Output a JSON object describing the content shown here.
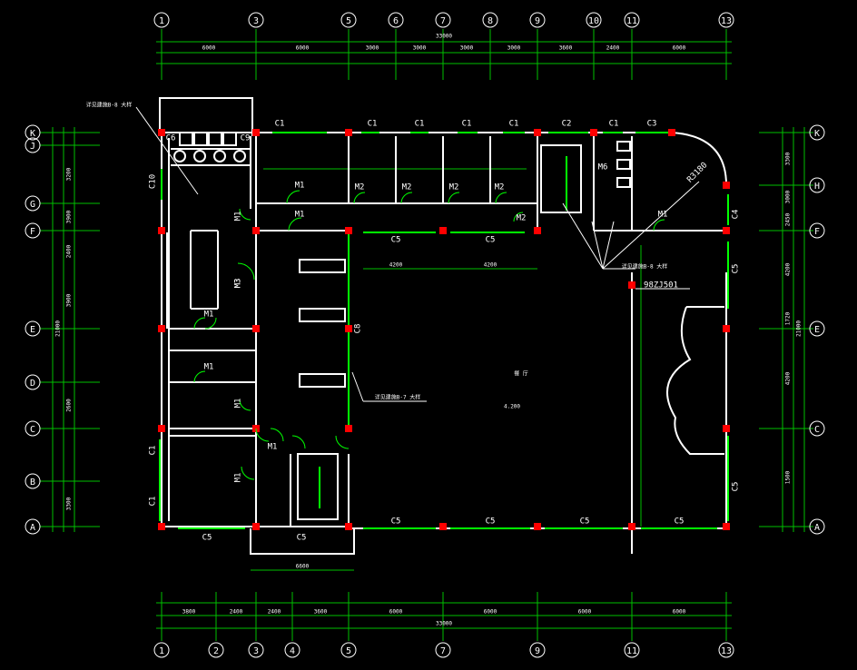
{
  "axes": {
    "top": [
      "1",
      "3",
      "5",
      "6",
      "7",
      "8",
      "9",
      "10",
      "11",
      "13"
    ],
    "bottom": [
      "1",
      "2",
      "3",
      "4",
      "5",
      "7",
      "9",
      "11",
      "13"
    ],
    "left": [
      "K",
      "J",
      "G",
      "F",
      "E",
      "D",
      "C",
      "B",
      "A"
    ],
    "right": [
      "K",
      "H",
      "F",
      "E",
      "C",
      "A"
    ]
  },
  "dims": {
    "top_total": "33000",
    "top_row1": [
      "6000",
      "6000",
      "3000",
      "3000",
      "3000",
      "3000",
      "3600",
      "2400",
      "6000"
    ],
    "bottom_total": "33000",
    "bottom_row1": [
      "3800",
      "2400",
      "2400",
      "3600",
      "6000",
      "6000",
      "6000",
      "6000"
    ],
    "left_total": "21000",
    "right_total": "21000",
    "right_col": [
      "3300",
      "3000",
      "2450",
      "4200",
      "1720",
      "4200",
      "1500"
    ],
    "left_col": [
      "3200",
      "3900",
      "2400",
      "3900",
      "2600",
      "3300"
    ],
    "bottom_room": "6600",
    "hall_row": [
      "4200",
      "4200"
    ]
  },
  "windows": {
    "top": [
      "C1",
      "C1",
      "C1",
      "C1",
      "C1",
      "C2",
      "C1",
      "C3"
    ],
    "side": [
      "C6",
      "C9",
      "C10",
      "C4",
      "C5",
      "C5",
      "C8"
    ],
    "inner": [
      "C5",
      "C5"
    ],
    "bottom": [
      "C5",
      "C5",
      "C5",
      "C5",
      "C5",
      "C5"
    ],
    "left": [
      "C1",
      "C1"
    ]
  },
  "doors": [
    "M1",
    "M2",
    "M2",
    "M2",
    "M2",
    "M1",
    "M1",
    "M1",
    "M3",
    "M1",
    "M1",
    "M1",
    "M1",
    "M1",
    "M2",
    "M6",
    "M1"
  ],
  "notes": {
    "note_topleft": "详见建施B-8 大样",
    "note_stair": "详见建施B-8 大样",
    "note_hall": "详见建施B-7 大样",
    "ref_right": "98ZJ501",
    "radius": "R3180",
    "elevation": "4.200",
    "hall": "餐 厅"
  }
}
